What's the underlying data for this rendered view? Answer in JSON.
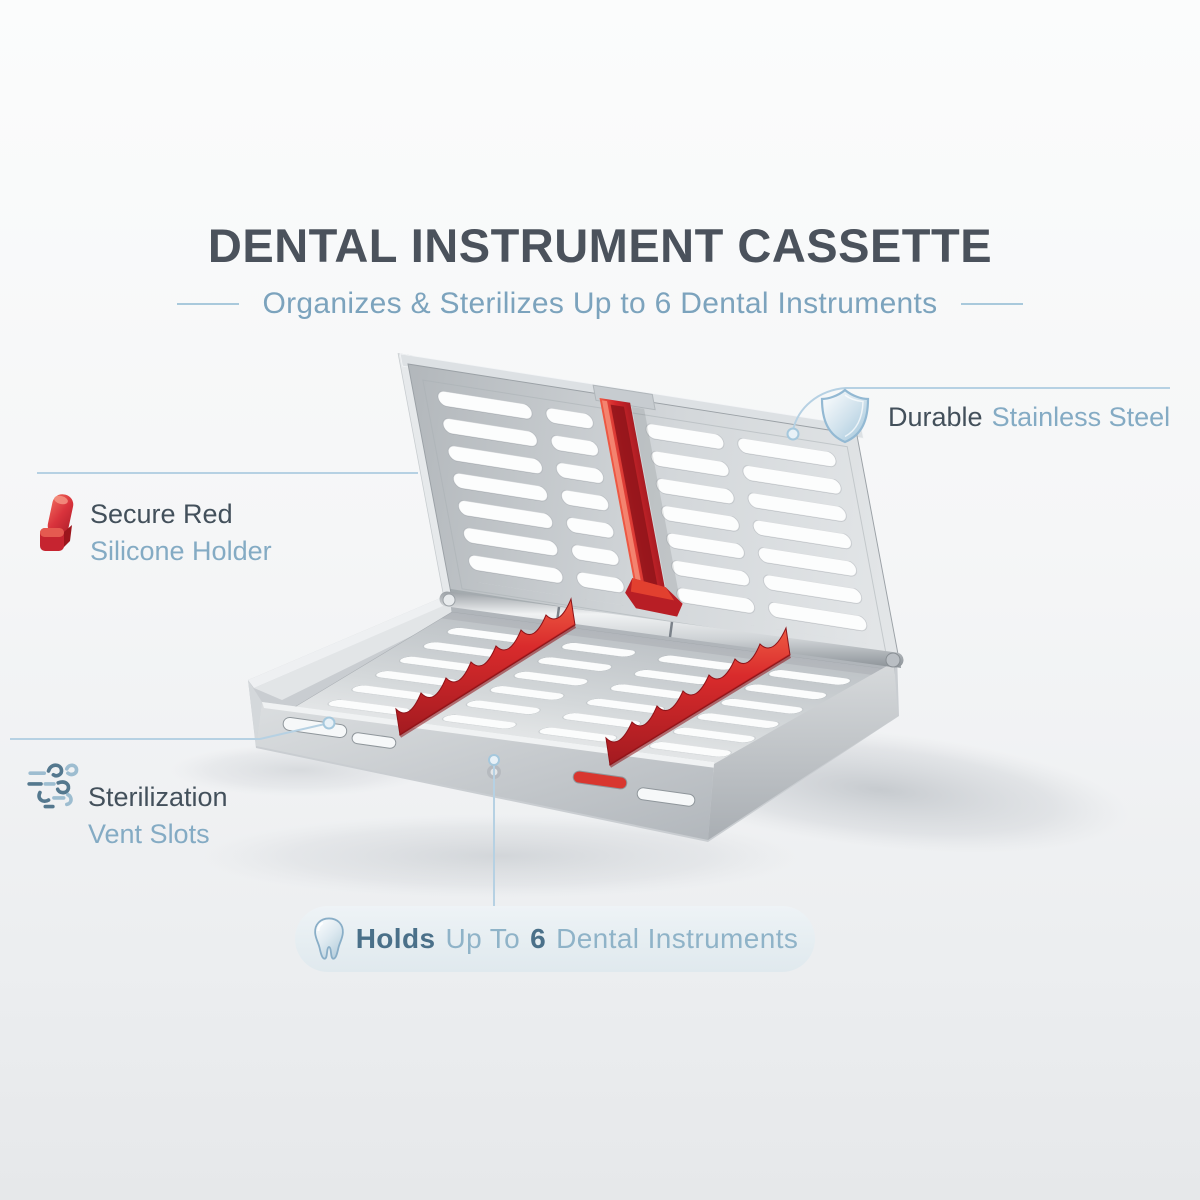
{
  "header": {
    "title": "DENTAL INSTRUMENT CASSETTE",
    "subtitle": "Organizes & Sterilizes Up to 6 Dental Instruments"
  },
  "callouts": {
    "stainless_steel": {
      "dark": "Durable",
      "light": "Stainless Steel",
      "icon": "shield-icon"
    },
    "silicone_holder": {
      "dark": "Secure Red",
      "light": "Silicone Holder",
      "icon": "silicone-holder-icon"
    },
    "vent_slots": {
      "dark": "Sterilization",
      "light": "Vent Slots",
      "icon": "steam-vent-icon"
    },
    "capacity": {
      "bold_lead": "Holds",
      "mid": "Up To",
      "count": "6",
      "tail": "Dental Instruments",
      "icon": "tooth-icon"
    }
  },
  "product": {
    "alt": "Open stainless steel dental instrument cassette with perforated lid and tray, central hinge, red silicone rail on the lid and two red silicone instrument holders in the tray"
  },
  "colors": {
    "title_text": "#4b525c",
    "accent_blue": "#7ca3bd",
    "callout_line": "#b6d1e3",
    "silicone_red": "#d2262b",
    "metal": "#cdd1d4",
    "pill_text_dark": "#4a7089",
    "pill_text_light": "#8fb3c8"
  }
}
